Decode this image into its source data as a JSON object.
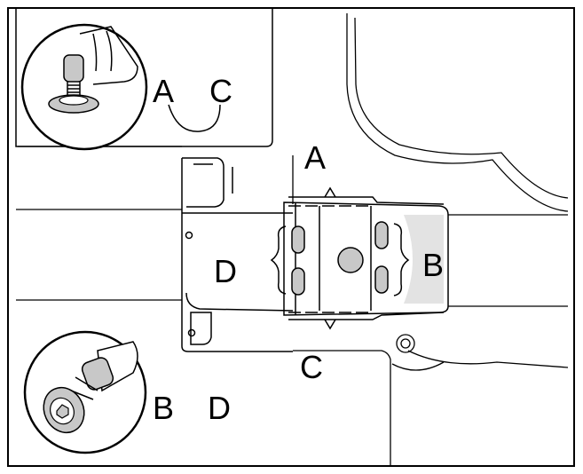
{
  "labels": {
    "inset_top_a": "A",
    "inset_top_c": "C",
    "inset_bottom_b": "B",
    "inset_bottom_d": "D",
    "main_a": "A",
    "main_b": "B",
    "main_c": "C",
    "main_d": "D"
  },
  "icons": {
    "top_inset": "push-clip-fastener-icon",
    "bottom_inset": "bolt-with-washer-icon"
  },
  "colors": {
    "line": "#000000",
    "highlight": "#e3e3e3",
    "fastener": "#c8c8c8",
    "background": "#ffffff"
  }
}
